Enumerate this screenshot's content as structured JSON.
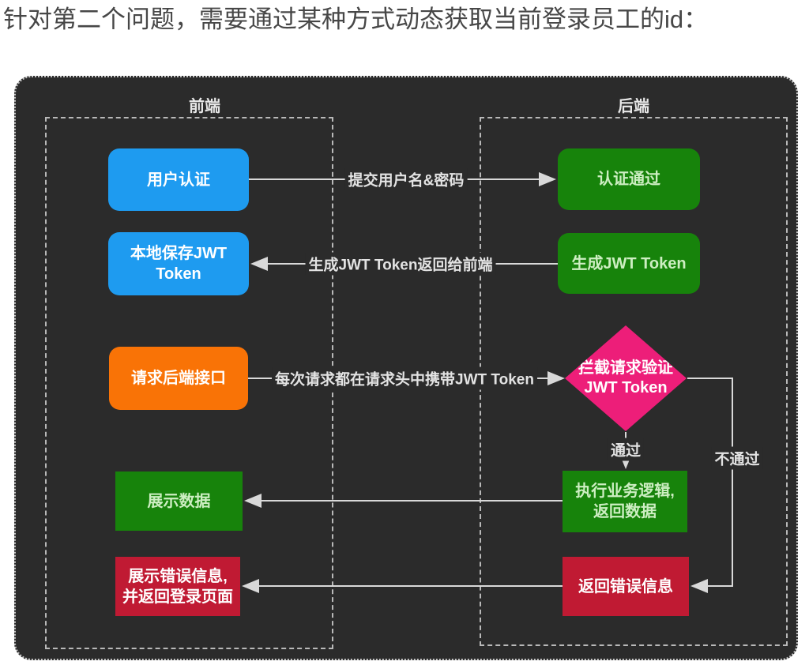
{
  "heading": "针对第二个问题，需要通过某种方式动态获取当前登录员工的id：",
  "diagram": {
    "regions": {
      "frontend": "前端",
      "backend": "后端"
    },
    "nodes": {
      "user_auth": "用户认证",
      "auth_pass": "认证通过",
      "save_token": "本地保存JWT\nToken",
      "gen_token": "生成JWT Token",
      "request_api": "请求后端接口",
      "verify_token": "拦截请求验证\nJWT Token",
      "show_data": "展示数据",
      "exec_logic": "执行业务逻辑,\n返回数据",
      "show_error": "展示错误信息,\n并返回登录页面",
      "return_error": "返回错误信息"
    },
    "edge_labels": {
      "submit_credentials": "提交用户名&密码",
      "return_token": "生成JWT Token返回给前端",
      "carry_token": "每次请求都在请求头中携带JWT Token",
      "pass": "通过",
      "fail": "不通过"
    },
    "colors": {
      "panel_bg": "#2b2b2b",
      "blue": "#1e9bf0",
      "green": "#17830b",
      "orange": "#f97306",
      "pink": "#ed1e79",
      "red": "#c01a33",
      "line": "#d9d9d9"
    }
  }
}
